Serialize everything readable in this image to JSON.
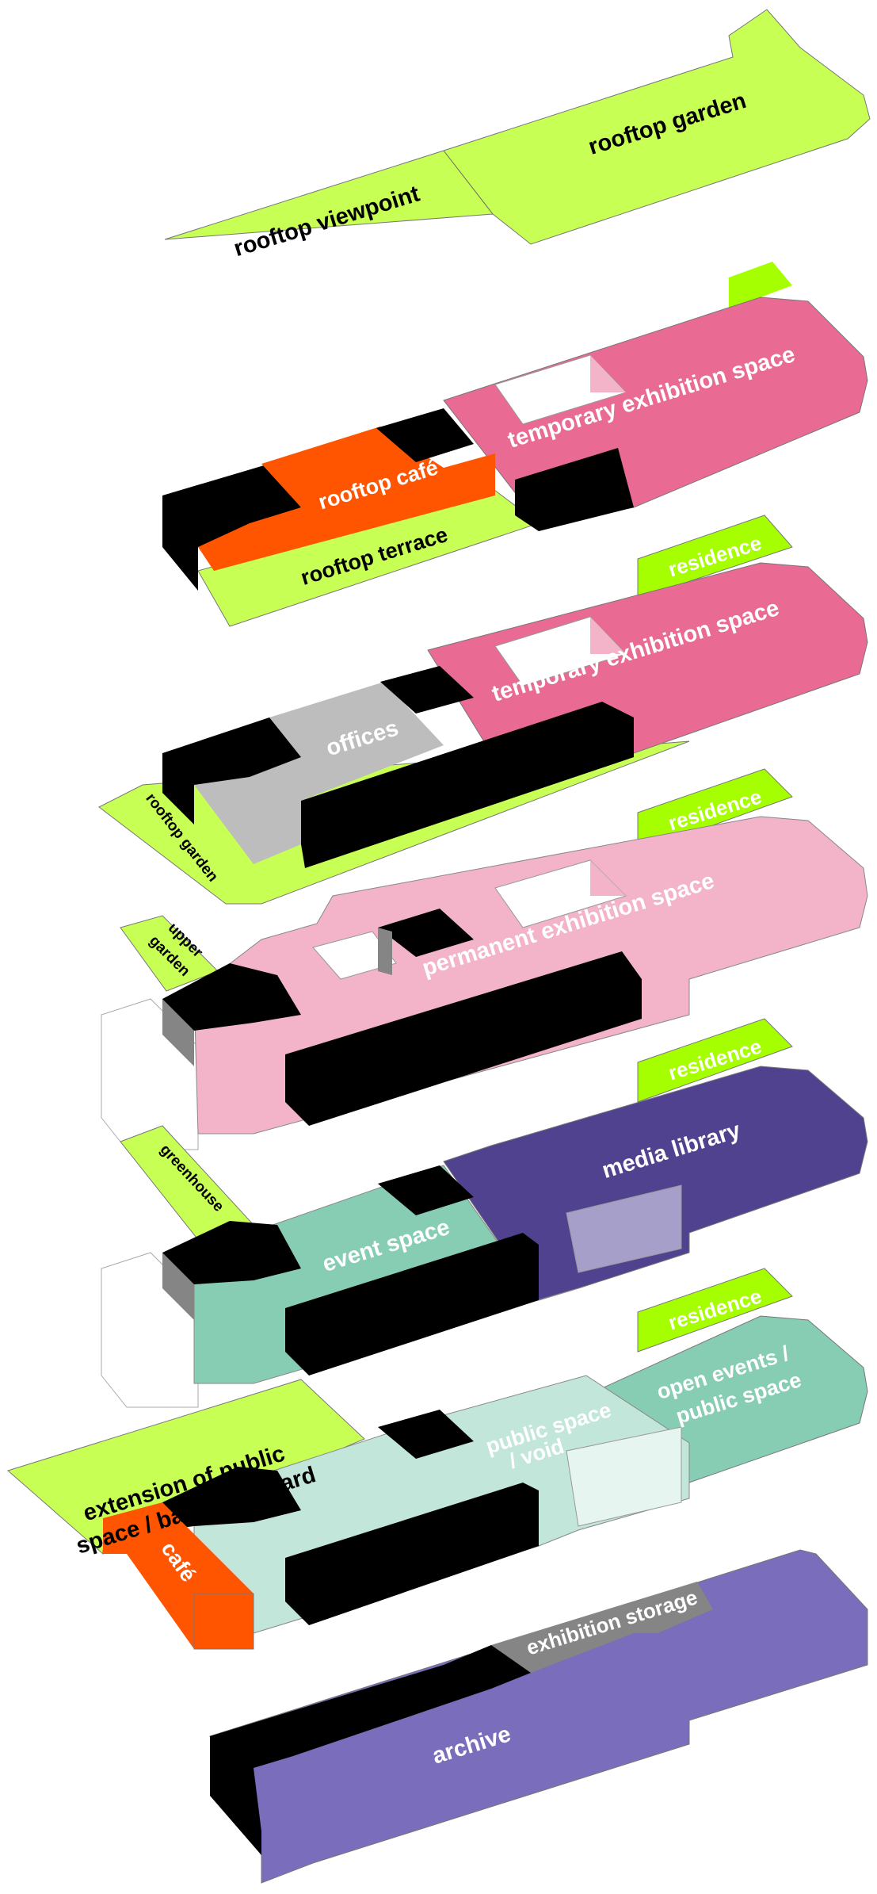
{
  "colors": {
    "lime": "#c8ff55",
    "lime_dark": "#a6ff00",
    "pink_hot": "#e96a93",
    "pink_light": "#f3b3c8",
    "orange": "#ff5500",
    "black": "#000000",
    "grey": "#bdbdbd",
    "grey_dark": "#858585",
    "teal": "#86cdb4",
    "teal_light": "#c2e6da",
    "indigo": "#514290",
    "violet": "#7a6dbb"
  },
  "levels": [
    {
      "name": "roof",
      "labels": {
        "viewpoint": "rooftop viewpoint",
        "garden": "rooftop garden"
      }
    },
    {
      "name": "level-5",
      "labels": {
        "exhibition": "temporary exhibition space",
        "cafe": "rooftop café",
        "terrace": "rooftop terrace"
      }
    },
    {
      "name": "level-4",
      "labels": {
        "residence": "residence",
        "exhibition": "temporary exhibition space",
        "offices": "offices",
        "garden": "rooftop garden"
      }
    },
    {
      "name": "level-3",
      "labels": {
        "residence": "residence",
        "exhibition": "permanent exhibition space",
        "garden_line1": "upper",
        "garden_line2": "garden"
      }
    },
    {
      "name": "level-2",
      "labels": {
        "residence": "residence",
        "library": "media library",
        "event": "event space",
        "greenhouse": "greenhouse"
      }
    },
    {
      "name": "level-1",
      "labels": {
        "residence": "residence",
        "open_line1": "open events /",
        "open_line2": "public space",
        "void_line1": "public space",
        "void_line2": "/ void",
        "ext_line1": "extension of public",
        "ext_line2": "space / back courtyard",
        "cafe": "café"
      }
    },
    {
      "name": "basement",
      "labels": {
        "storage": "exhibition storage",
        "archive": "archive"
      }
    }
  ]
}
